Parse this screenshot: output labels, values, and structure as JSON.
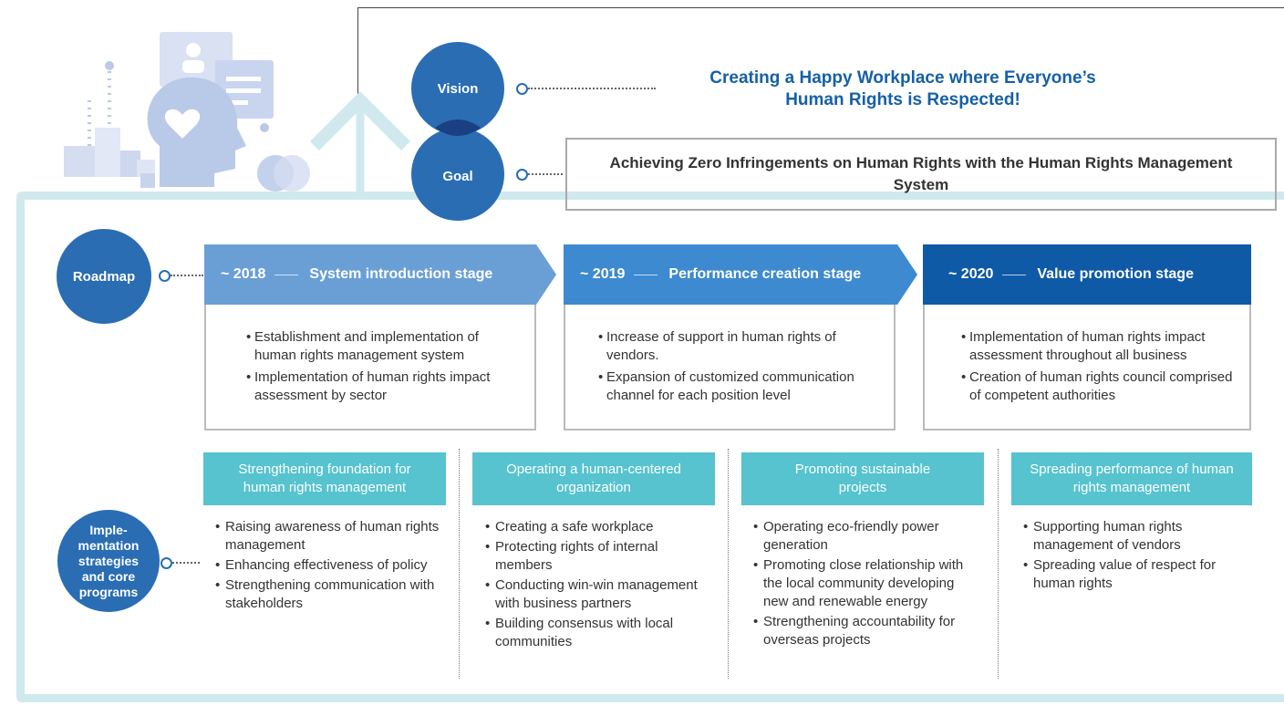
{
  "vision": {
    "label": "Vision",
    "text_line1": "Creating a Happy Workplace where Everyone’s",
    "text_line2": "Human Rights is Respected!"
  },
  "goal": {
    "label": "Goal",
    "text": "Achieving Zero Infringements on Human Rights with the Human Rights Management System"
  },
  "roadmap": {
    "label": "Roadmap",
    "stages": [
      {
        "year": "~ 2018",
        "title": "System introduction stage",
        "items": [
          "Establishment and implementation of human rights management system",
          "Implementation of human rights impact assessment by sector"
        ]
      },
      {
        "year": "~ 2019",
        "title": "Performance creation stage",
        "items": [
          "Increase of support in human rights of vendors.",
          "Expansion of customized communication channel for each position level"
        ]
      },
      {
        "year": "~ 2020",
        "title": "Value promotion stage",
        "items": [
          "Implementation of human rights impact assessment throughout all business",
          "Creation of human rights council comprised of competent authorities"
        ]
      }
    ]
  },
  "strategies": {
    "label_line1": "Imple-",
    "label_line2": "mentation",
    "label_line3": "strategies",
    "label_line4": "and core",
    "label_line5": "programs",
    "programs": [
      {
        "title": "Strengthening foundation for human rights management",
        "items": [
          "Raising awareness of human rights management",
          "Enhancing effectiveness of policy",
          "Strengthening communication with stakeholders"
        ]
      },
      {
        "title": "Operating a human-centered organization",
        "items": [
          "Creating a safe workplace",
          "Protecting rights of internal members",
          "Conducting win-win management with business partners",
          "Building consensus with local communities"
        ]
      },
      {
        "title": "Promoting sustainable projects",
        "items": [
          "Operating eco-friendly power generation",
          "Promoting close relationship with the local community developing new and renewable energy",
          "Strengthening accountability for overseas projects"
        ]
      },
      {
        "title": "Spreading performance of human rights management",
        "items": [
          "Supporting human rights management of vendors",
          "Spreading value of respect for human rights"
        ]
      }
    ]
  },
  "colors": {
    "vision_circle": "#2a6db3",
    "overlap": "#1a3f82",
    "stage1": "#6a9fd6",
    "stage2": "#3d8ad0",
    "stage3": "#0f5aa6",
    "program_head": "#56c3cf",
    "frame": "#cfe9ee",
    "title_blue": "#1560a8"
  },
  "icons": {
    "illustration": "human-rights-head-illustration",
    "arrow": "up-arrow-frame"
  }
}
